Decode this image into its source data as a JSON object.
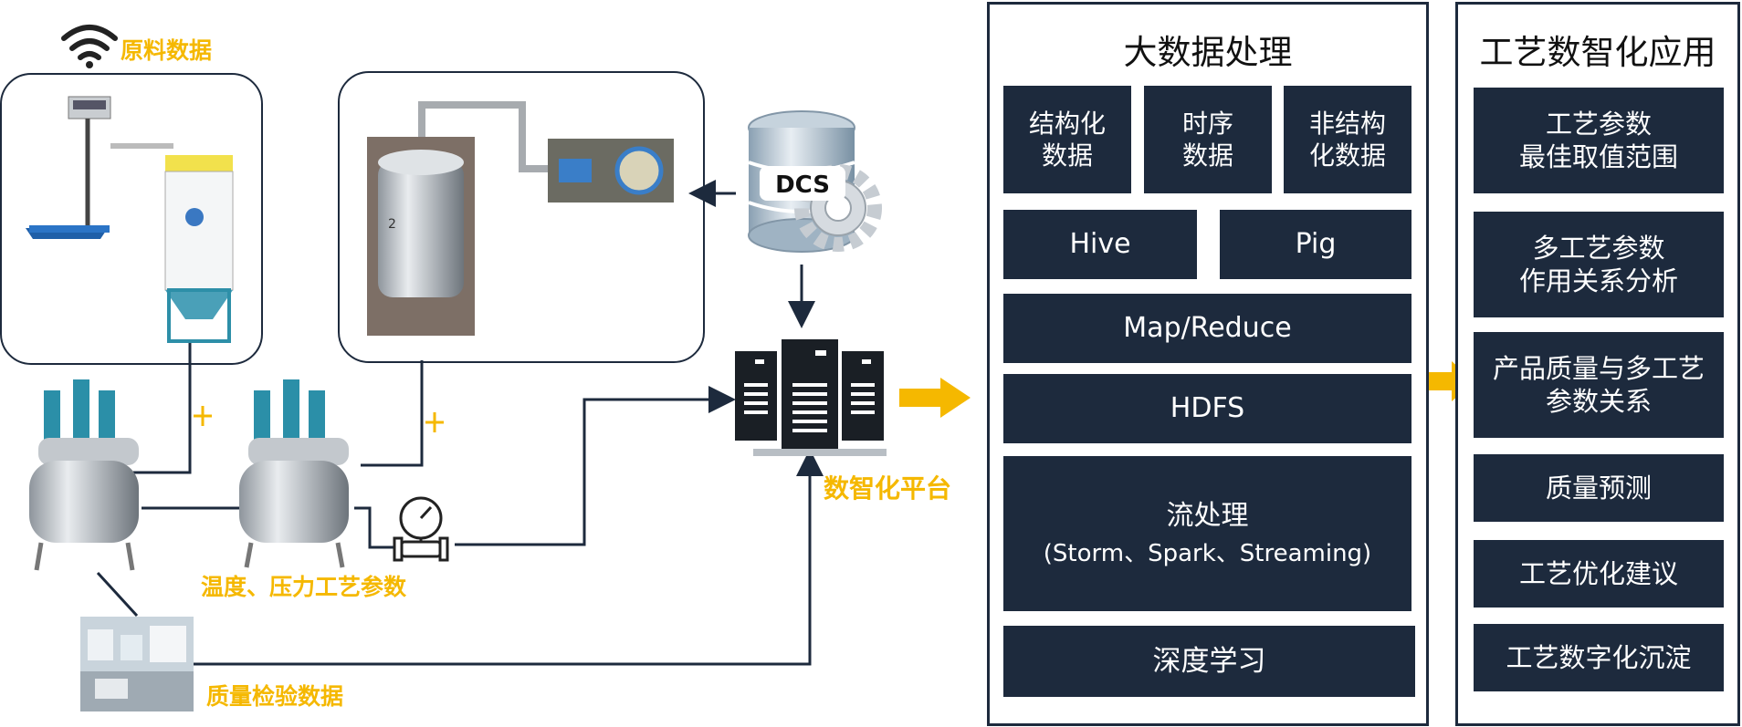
{
  "labels": {
    "raw_material": "原料数据",
    "temp_pressure": "温度、压力工艺参数",
    "quality_inspection": "质量检验数据",
    "platform": "数智化平台",
    "dcs": "DCS"
  },
  "big_data": {
    "title": "大数据处理",
    "structured": "结构化\n数据",
    "time_series": "时序\n数据",
    "unstructured": "非结构\n化数据",
    "hive": "Hive",
    "pig": "Pig",
    "mapreduce": "Map/Reduce",
    "hdfs": "HDFS",
    "stream_title": "流处理",
    "stream_sub": "(Storm、Spark、Streaming)",
    "deep_learning": "深度学习"
  },
  "apps": {
    "title": "工艺数智化应用",
    "items": [
      "工艺参数\n最佳取值范围",
      "多工艺参数\n作用关系分析",
      "产品质量与多工艺\n参数关系",
      "质量预测",
      "工艺优化建议",
      "工艺数字化沉淀"
    ]
  },
  "colors": {
    "accent": "#f5b800",
    "tile": "#1d2a3d",
    "line": "#1d2a3d"
  }
}
